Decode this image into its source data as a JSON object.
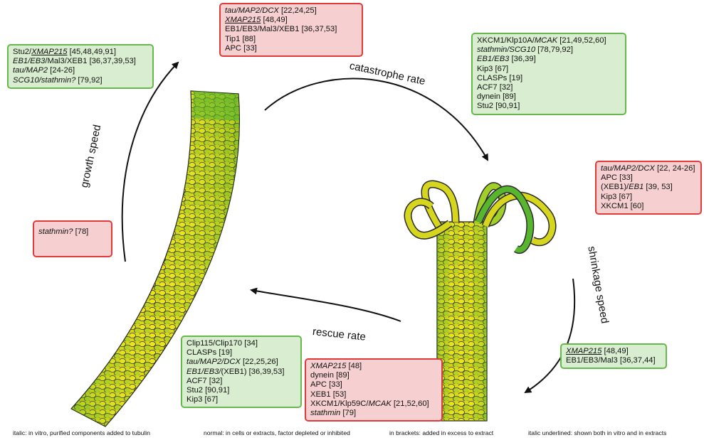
{
  "labels": {
    "catastrophe": "catastrophe rate",
    "growth": "growth speed",
    "shrinkage": "shrinkage speed",
    "rescue": "rescue rate"
  },
  "colors": {
    "red_fill": "#f6d0d0",
    "red_border": "#e03a3a",
    "green_fill": "#d9eed0",
    "green_border": "#66b84a",
    "tubulin_yellow": "#e8e01a",
    "tubulin_green": "#4cae2a"
  },
  "boxes": {
    "top_red": [
      [
        {
          "t": "tau/MAP2/DCX",
          "s": "it"
        },
        {
          "t": " [22,24,25]",
          "s": ""
        }
      ],
      [
        {
          "t": "XMAP215",
          "s": "ul"
        },
        {
          "t": " [48,49]",
          "s": ""
        }
      ],
      [
        {
          "t": "EB1/EB3/Mal3/XEB1 [36,37,53]",
          "s": ""
        }
      ],
      [
        {
          "t": "Tip1 [88]",
          "s": ""
        }
      ],
      [
        {
          "t": "APC [33]",
          "s": ""
        }
      ]
    ],
    "left_green": [
      [
        {
          "t": "Stu2/",
          "s": ""
        },
        {
          "t": "XMAP215",
          "s": "ul"
        },
        {
          "t": " [45,48,49,91]",
          "s": ""
        }
      ],
      [
        {
          "t": "EB1/EB3",
          "s": "it"
        },
        {
          "t": "/Mal3/XEB1 [36,37,39,53]",
          "s": ""
        }
      ],
      [
        {
          "t": "tau/MAP2",
          "s": "it"
        },
        {
          "t": " [24-26]",
          "s": ""
        }
      ],
      [
        {
          "t": "SCG10/stathmin?",
          "s": "it"
        },
        {
          "t": " [79,92]",
          "s": ""
        }
      ]
    ],
    "right_green": [
      [
        {
          "t": "XKCM1/Klp10A/",
          "s": ""
        },
        {
          "t": "MCAK",
          "s": "it"
        },
        {
          "t": " [21,49,52,60]",
          "s": ""
        }
      ],
      [
        {
          "t": "stathmin/SCG10",
          "s": "it"
        },
        {
          "t": " [78,79,92]",
          "s": ""
        }
      ],
      [
        {
          "t": "EB1/EB3",
          "s": "it"
        },
        {
          "t": " [36,39]",
          "s": ""
        }
      ],
      [
        {
          "t": "Kip3 [67]",
          "s": ""
        }
      ],
      [
        {
          "t": "CLASPs [19]",
          "s": ""
        }
      ],
      [
        {
          "t": "ACF7 [32]",
          "s": ""
        }
      ],
      [
        {
          "t": "dynein [89]",
          "s": ""
        }
      ],
      [
        {
          "t": "Stu2 [90,91]",
          "s": ""
        }
      ]
    ],
    "right_red": [
      [
        {
          "t": "tau/MAP2/DCX",
          "s": "it"
        },
        {
          "t": " [22, 24-26]",
          "s": ""
        }
      ],
      [
        {
          "t": "APC [33]",
          "s": ""
        }
      ],
      [
        {
          "t": "(XEB1)/",
          "s": ""
        },
        {
          "t": "EB1",
          "s": "it"
        },
        {
          "t": " [39, 53]",
          "s": ""
        }
      ],
      [
        {
          "t": "Kip3 [67]",
          "s": ""
        }
      ],
      [
        {
          "t": "XKCM1 [60]",
          "s": ""
        }
      ]
    ],
    "left_red": [
      [
        {
          "t": "stathmin?",
          "s": "it"
        },
        {
          "t": " [78]",
          "s": ""
        }
      ]
    ],
    "bottom_green": [
      [
        {
          "t": "Clip115/Clip170 [34]",
          "s": ""
        }
      ],
      [
        {
          "t": "CLASPs [19]",
          "s": ""
        }
      ],
      [
        {
          "t": "tau/MAP2/DCX",
          "s": "it"
        },
        {
          "t": " [22,25,26]",
          "s": ""
        }
      ],
      [
        {
          "t": "EB1/EB3/",
          "s": "it"
        },
        {
          "t": "(XEB1) [36,39,53]",
          "s": ""
        }
      ],
      [
        {
          "t": "ACF7 [32]",
          "s": ""
        }
      ],
      [
        {
          "t": "Stu2 [90,91]",
          "s": ""
        }
      ],
      [
        {
          "t": "Kip3 [67]",
          "s": ""
        }
      ]
    ],
    "bottom_red": [
      [
        {
          "t": "XMAP215",
          "s": "it"
        },
        {
          "t": " [48]",
          "s": ""
        }
      ],
      [
        {
          "t": "dynein [89]",
          "s": ""
        }
      ],
      [
        {
          "t": "APC [33]",
          "s": ""
        }
      ],
      [
        {
          "t": "XEB1 [53]",
          "s": ""
        }
      ],
      [
        {
          "t": "XKCM1/Klp59C/",
          "s": ""
        },
        {
          "t": "MCAK",
          "s": "it"
        },
        {
          "t": " [21,52,60]",
          "s": ""
        }
      ],
      [
        {
          "t": "stathmin",
          "s": "it"
        },
        {
          "t": " [79]",
          "s": ""
        }
      ]
    ],
    "bottom_right_green": [
      [
        {
          "t": "XMAP215",
          "s": "ul"
        },
        {
          "t": " [48,49]",
          "s": ""
        }
      ],
      [
        {
          "t": "EB1/EB3/Mal3 [36,37,44]",
          "s": ""
        }
      ]
    ]
  },
  "legend": {
    "italic": "italic: in vitro, purified components added to tubulin",
    "normal": "normal: in cells or extracts, factor depleted or inhibited",
    "brackets": "in brackets: added in excess to extract",
    "underlined": "italic underlined: shown both in vitro and in extracts"
  }
}
